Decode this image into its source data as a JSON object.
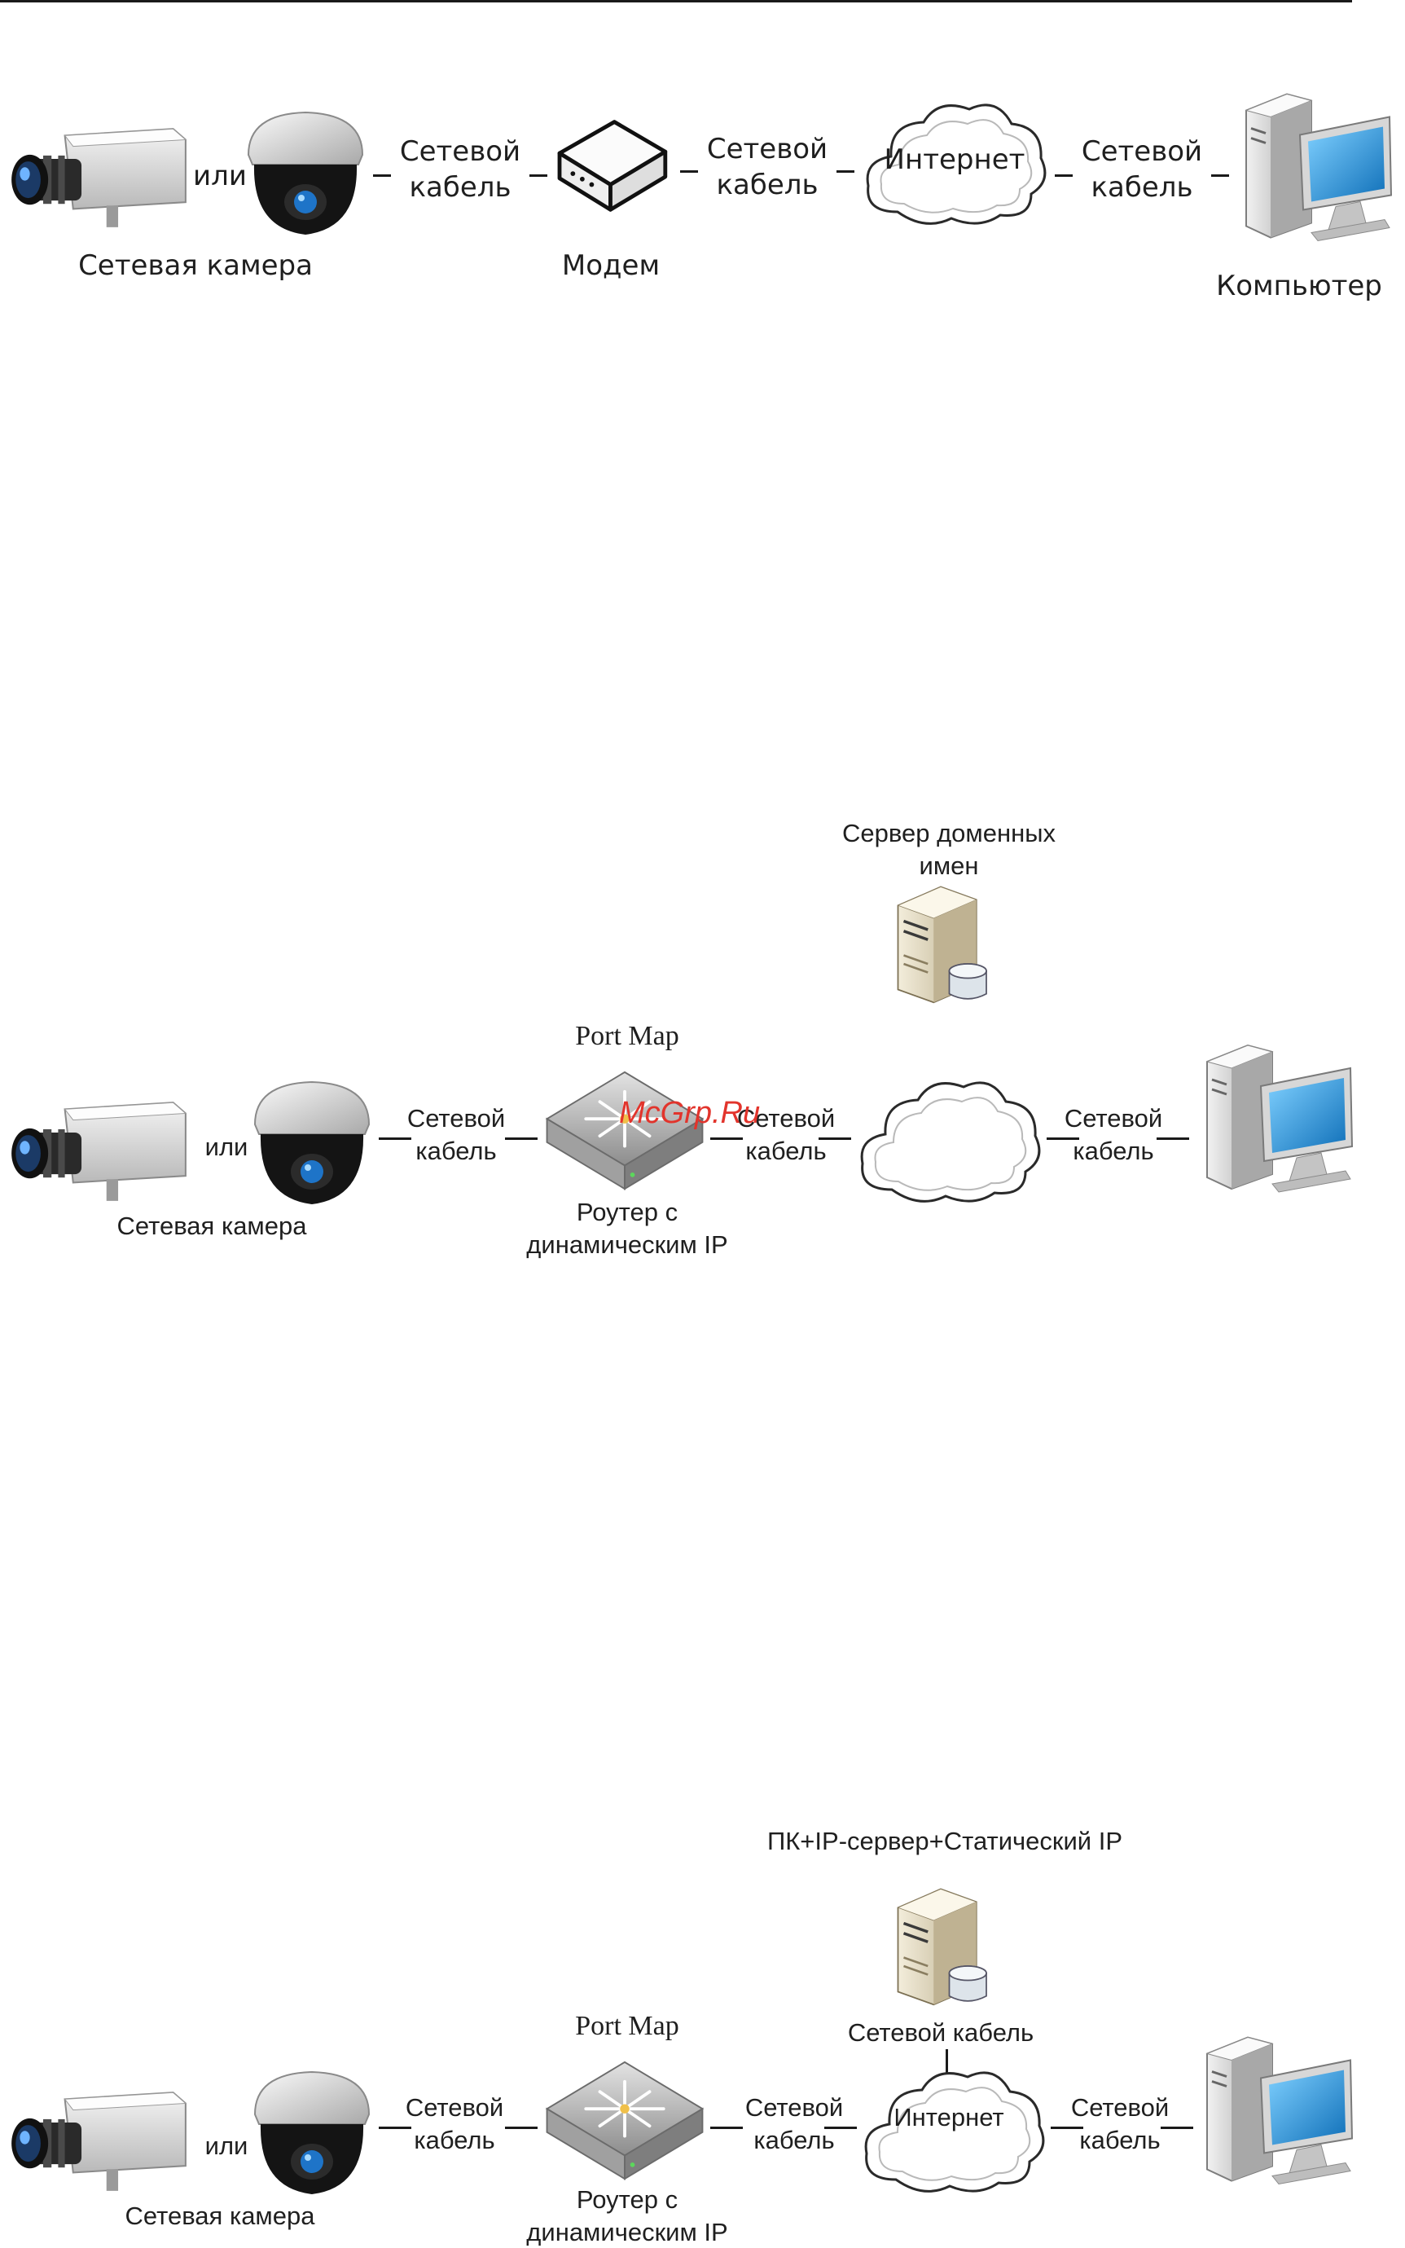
{
  "diagrams": [
    {
      "ili": "или",
      "camera_label": "Сетевая камера",
      "cable_label_1": "Сетевой\nкабель",
      "modem_label": "Модем",
      "cable_label_2": "Сетевой\nкабель",
      "internet_label": "Интернет",
      "cable_label_3": "Сетевой\nкабель",
      "computer_label": "Компьютер"
    },
    {
      "server_label": "Сервер доменных\nимен",
      "port_map_label": "Port Map",
      "ili": "или",
      "camera_label": "Сетевая камера",
      "cable_label_1": "Сетевой\nкабель",
      "router_label": "Роутер с\nдинамическим IP",
      "cable_label_2": "Сетевой\nкабель",
      "cable_label_3": "Сетевой\nкабель"
    },
    {
      "server_label": "ПК+IP-сервер+Статический IP",
      "server_cable_label": "Сетевой кабель",
      "port_map_label": "Port Map",
      "ili": "или",
      "camera_label": "Сетевая камера",
      "cable_label_1": "Сетевой\nкабель",
      "router_label": "Роутер с\nдинамическим IP",
      "cable_label_2": "Сетевой\nкабель",
      "internet_label": "Интернет",
      "cable_label_3": "Сетевой\nкабель"
    }
  ],
  "watermark": "McGrp.Ru",
  "icons": [
    "box-camera-icon",
    "dome-camera-icon",
    "modem-icon",
    "cloud-icon",
    "computer-icon",
    "server-icon",
    "router-icon"
  ],
  "colors": {
    "screen": "#1e8fd6",
    "lens": "#1b3a66",
    "watermark": "#e2342c"
  }
}
